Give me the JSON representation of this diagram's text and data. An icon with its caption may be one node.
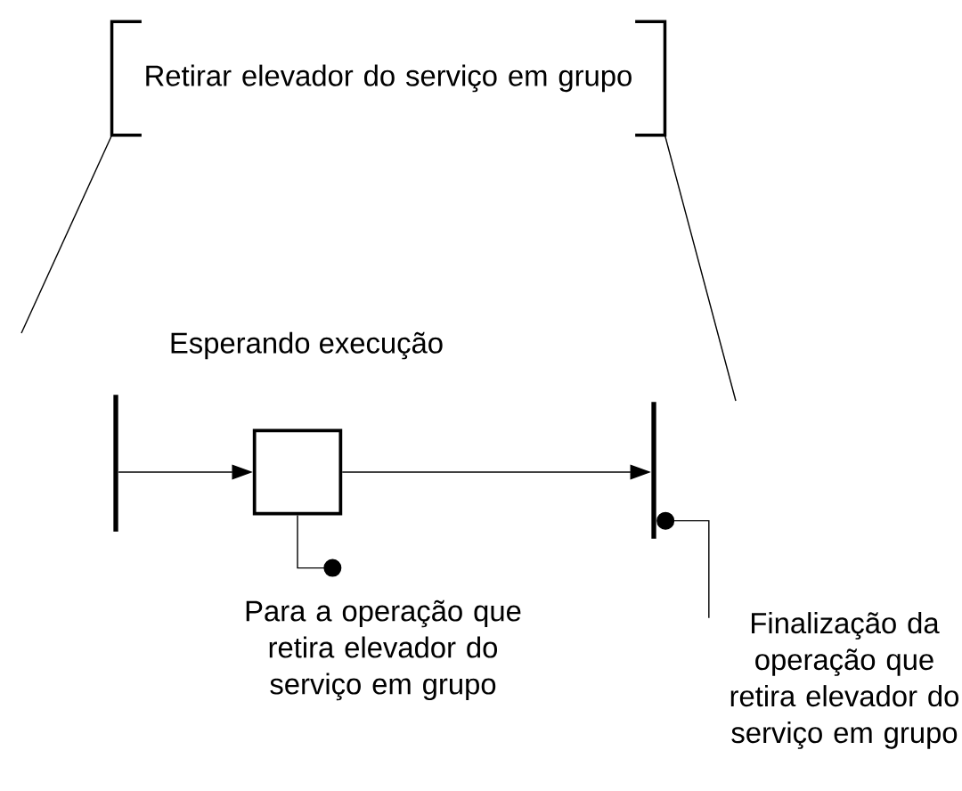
{
  "diagram": {
    "nodes": [
      {
        "text": [
          "Retirar elevador do serviço em grupo"
        ]
      },
      {
        "text": [],
        "shape": "bar"
      },
      {
        "text": [],
        "shape": "box",
        "beside": [
          "Esperando execução"
        ]
      },
      {
        "text": [],
        "shape": "bar"
      },
      {
        "text": [
          "Para a operação que retira elevador do serviço em grupo"
        ]
      },
      {
        "text": [
          "Finalização da operação que retira elevador do serviço em grupo"
        ]
      }
    ],
    "edges": [
      {
        "from": 1,
        "to": 2,
        "arrow": "to"
      },
      {
        "from": 2,
        "to": 3,
        "arrow": "to"
      },
      {
        "from": 2,
        "to": 4,
        "arrow": "other"
      },
      {
        "from": 5,
        "to": 3,
        "arrow": "other"
      },
      {
        "from": 0,
        "to": null,
        "arrow": "none"
      },
      {
        "from": 0,
        "to": null,
        "arrow": "none"
      }
    ]
  }
}
